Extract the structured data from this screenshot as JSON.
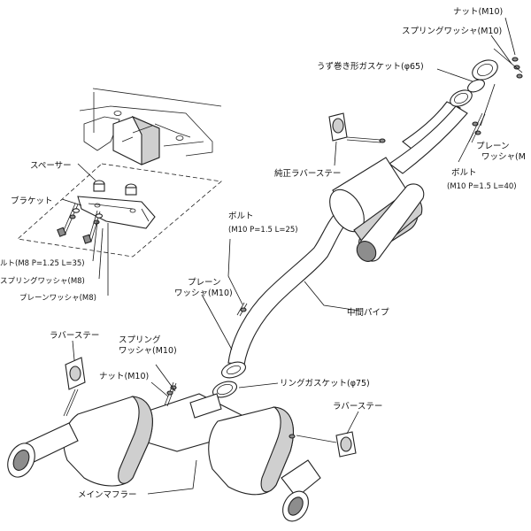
{
  "labels": {
    "nut_m10_top": "ナット(M10)",
    "spring_washer_m10_top": "スプリングワッシャ(M10)",
    "spiral_gasket": "うず巻き形ガスケット(φ65)",
    "plain_washer_m10_right_1": "プレーン",
    "plain_washer_m10_right_2": "ワッシャ(M",
    "oem_rubber_stay": "純正ラバーステー",
    "bolt_m10_40_1": "ボルト",
    "bolt_m10_40_2": "(M10 P=1.5 L=40)",
    "spacer": "スペーサー",
    "bracket": "ブラケット",
    "bolt_m8": "ルト(M8 P=1.25 L=35)",
    "spring_washer_m8": "スプリングワッシャ(M8)",
    "plain_washer_m8": "プレーンワッシャ(M8)",
    "bolt_m10_25_1": "ボルト",
    "bolt_m10_25_2": "(M10 P=1.5 L=25)",
    "plain_washer_m10_mid_1": "プレーン",
    "plain_washer_m10_mid_2": "ワッシャ(M10)",
    "center_pipe": "中間パイプ",
    "rubber_stay_left": "ラバーステー",
    "spring_washer_m10_mid_1": "スプリング",
    "spring_washer_m10_mid_2": "ワッシャ(M10)",
    "nut_m10_mid": "ナット(M10)",
    "ring_gasket": "リングガスケット(φ75)",
    "rubber_stay_right": "ラバーステー",
    "main_muffler": "メインマフラー"
  }
}
